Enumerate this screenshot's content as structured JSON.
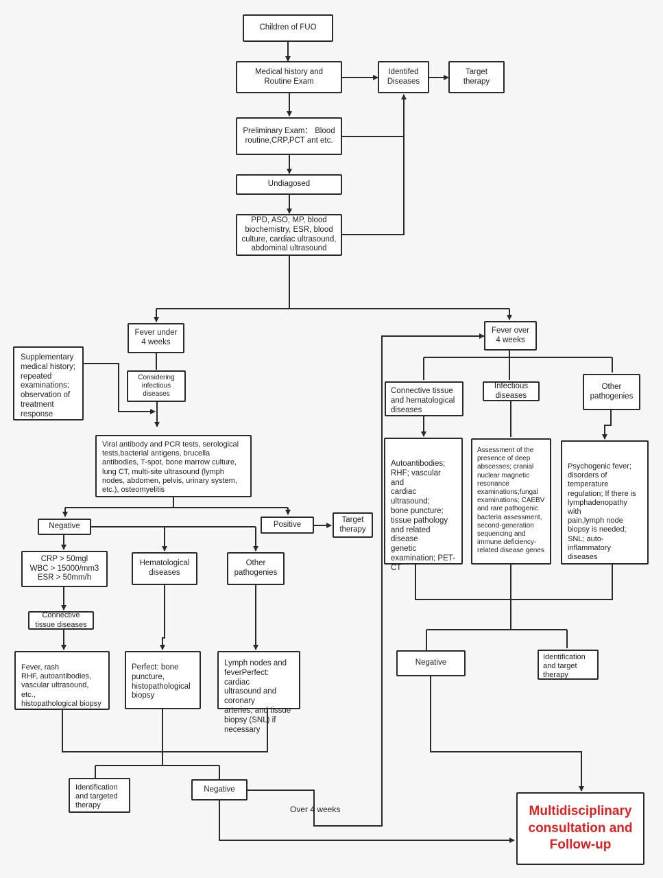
{
  "nodes": {
    "children_fuo": "Children of FUO",
    "medical_history": "Medical history and\nRoutine Exam",
    "identified_diseases": "Identifed\nDiseases",
    "target_therapy_top": "Target\ntherapy",
    "preliminary_exam": "Preliminary Exam： Blood\nroutine,CRP,PCT ant etc.",
    "undiagnosed": "Undiagosed",
    "ppd_tests": "PPD, ASO, MP, blood\nbiochemistry, ESR, blood\nculture, cardiac ultrasound,\nabdominal ultrasound",
    "fever_under": "Fever under\n4 weeks",
    "fever_over": "Fever over\n4 weeks",
    "supplementary": "Supplementary\nmedical history;\nrepeated\nexaminations;\nobservation of\ntreatment\nresponse",
    "considering_infectious": "Considering\ninfectious\ndiseases",
    "viral_tests": "Viral antibody and PCR tests, serological\ntests,bacterial antigens, brucella\nantibodies, T-spot, bone marrow culture,\nlung CT, multi-site ultrasound (lymph\nnodes, abdomen, pelvis, urinary system,\netc.), osteomyelitis",
    "negative_left": "Negative",
    "positive": "Positive",
    "target_therapy_mid": "Target\ntherapy",
    "crp_wbc": "CRP > 50mgl\nWBC  > 15000/mm3\nESR > 50mm/h",
    "hematological": "Hematological\ndiseases",
    "other_pathogenies_left": "Other\npathogenies",
    "connective_left": "Connective\ntissue diseases",
    "fever_rash": "Fever, rash\nRHF, autoantibodies,\nvascular ultrasound, etc.,\nhistopathological biopsy",
    "perfect_bone": "Perfect: bone\npuncture,\nhistopathological\nbiopsy",
    "lymph_nodes": "Lymph nodes and\nfeverPerfect: cardiac\nultrasound and coronary\narteries, and tissue\nbiopsy (SNL) if necessary",
    "identification_left": "Identification\nand targeted\ntherapy",
    "negative_bottom": "Negative",
    "connective_right": "Connective tissue\nand hematological\ndiseases",
    "infectious_right": "Infectious\ndiseases",
    "other_pathogenies_right": "Other\npathogenies",
    "autoantibodies": "Autoantibodies;\nRHF; vascular and\ncardiac ultrasound;\nbone puncture;\ntissue pathology\nand related disease\ngenetic\nexamination; PET-\nCT",
    "assessment": "Assessment of the\npresence of deep\nabscesses; cranial\nnuclear magnetic\nresonance\nexaminations;fungal\nexaminations; CAEBV\nand rare pathogenic\nbacteria assessment,\nsecond-generation\nsequencing and\nimmune deficiency-\nrelated disease genes",
    "psychogenic": "Psychogenic fever;\ndisorders of\ntemperature\nregulation; If there is\nlymphadenopathy with\npain,lymph node\nbiopsy is needed;\nSNL; auto-\ninflammatory diseases",
    "negative_right": "Negative",
    "identification_right": "Identification\nand target\ntherapy",
    "multidisciplinary": "Multidisciplinary\nconsultation and\nFollow-up"
  },
  "edge_labels": {
    "over_4_weeks": "Over 4 weeks"
  }
}
